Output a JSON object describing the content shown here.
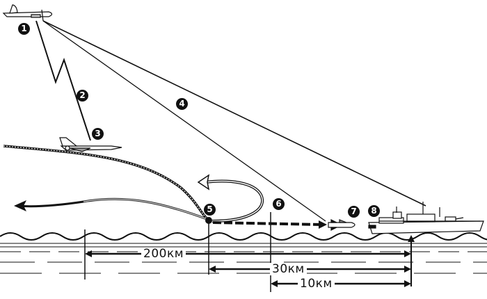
{
  "markers": [
    "1",
    "2",
    "3",
    "4",
    "5",
    "6",
    "7",
    "8"
  ],
  "distances": {
    "d200": "200км",
    "d30": "30км",
    "d10": "10км"
  }
}
